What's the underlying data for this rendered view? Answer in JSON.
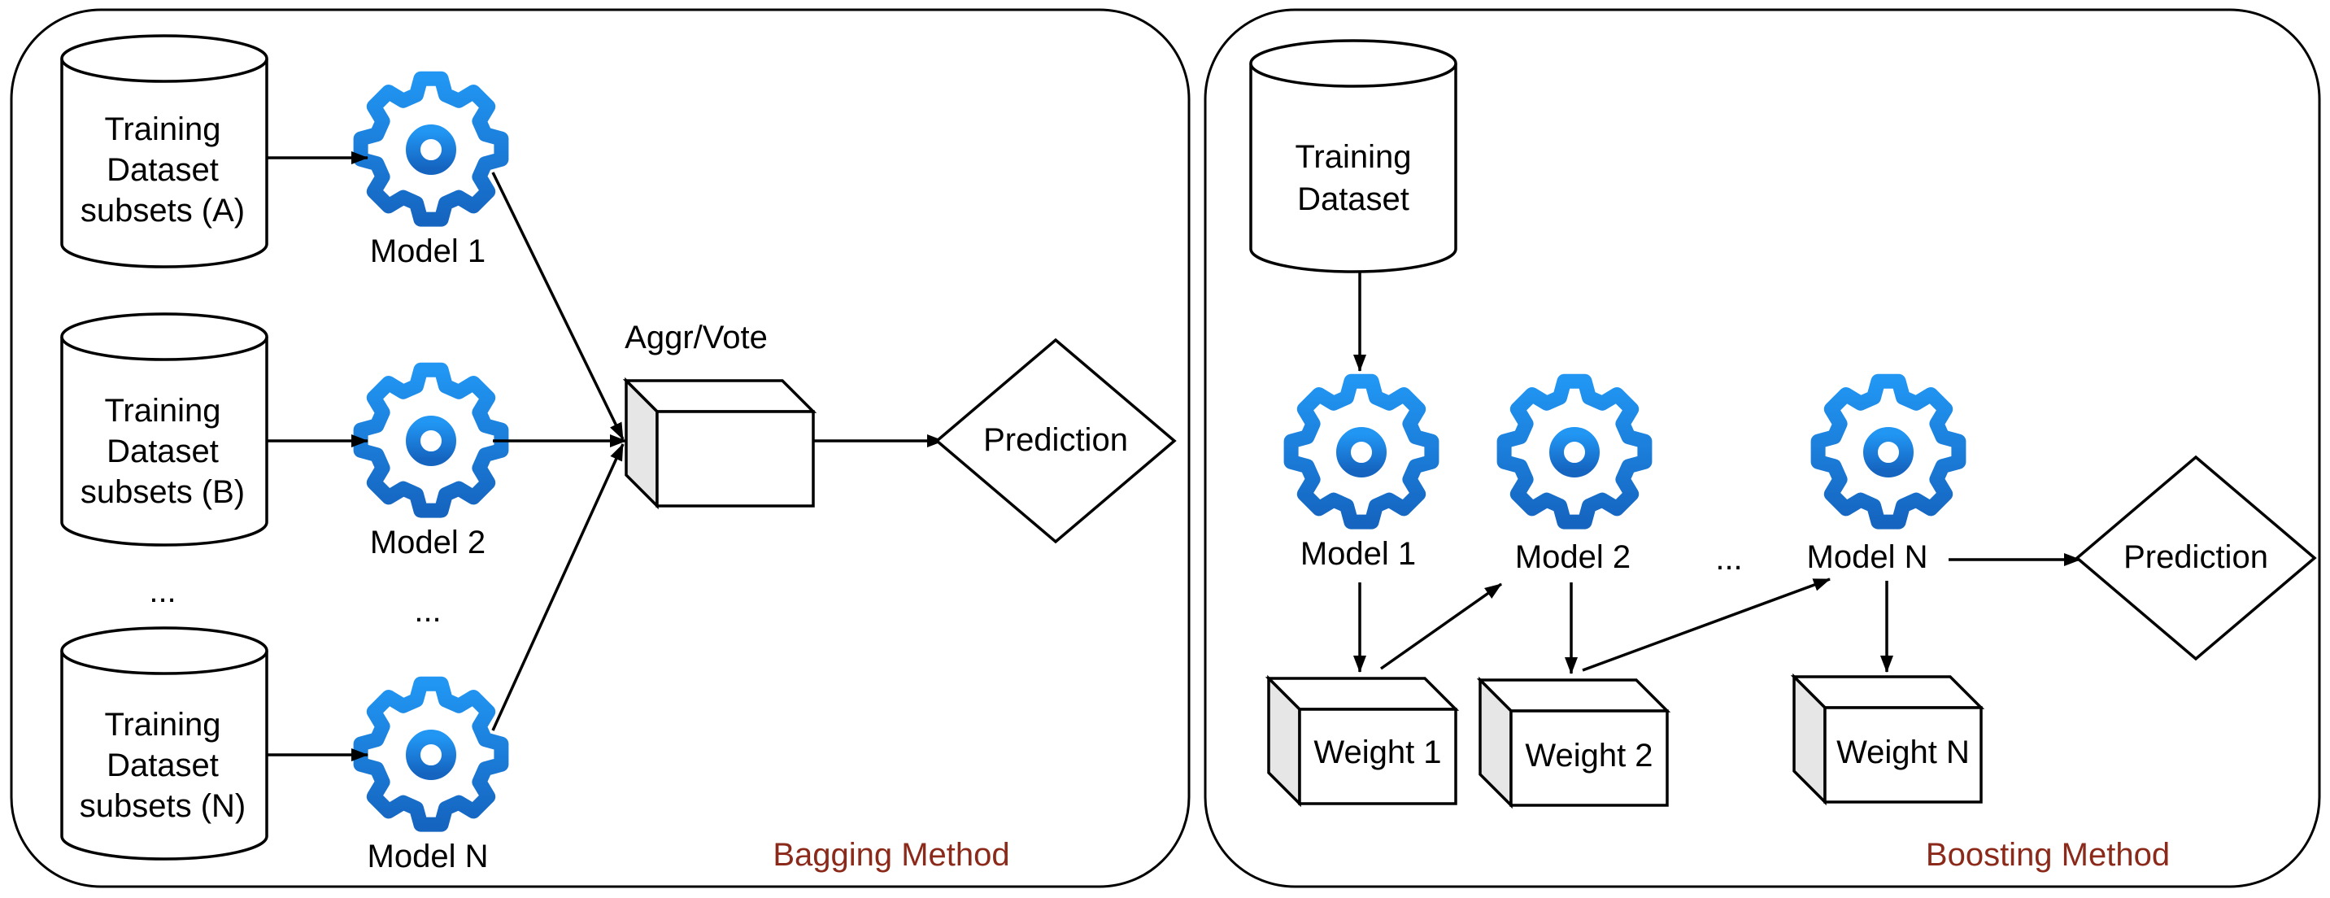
{
  "colors": {
    "gear": "#1e88e5",
    "gear_dark": "#1565c0",
    "panel_title": "#8b2a1a"
  },
  "bagging": {
    "title": "Bagging Method",
    "datasets": [
      [
        "Training",
        "Dataset",
        "subsets (A)"
      ],
      [
        "Training",
        "Dataset",
        "subsets (B)"
      ],
      [
        "Training",
        "Dataset",
        "subsets (N)"
      ]
    ],
    "models": [
      "Model 1",
      "Model 2",
      "Model N"
    ],
    "dataset_ellipsis": "...",
    "model_ellipsis": "...",
    "aggregator": "Aggr/Vote",
    "prediction": "Prediction"
  },
  "boosting": {
    "title": "Boosting Method",
    "dataset": [
      "Training",
      "Dataset"
    ],
    "models": [
      "Model 1",
      "Model 2",
      "Model N"
    ],
    "ellipsis": "...",
    "weights": [
      "Weight 1",
      "Weight 2",
      "Weight N"
    ],
    "prediction": "Prediction"
  }
}
